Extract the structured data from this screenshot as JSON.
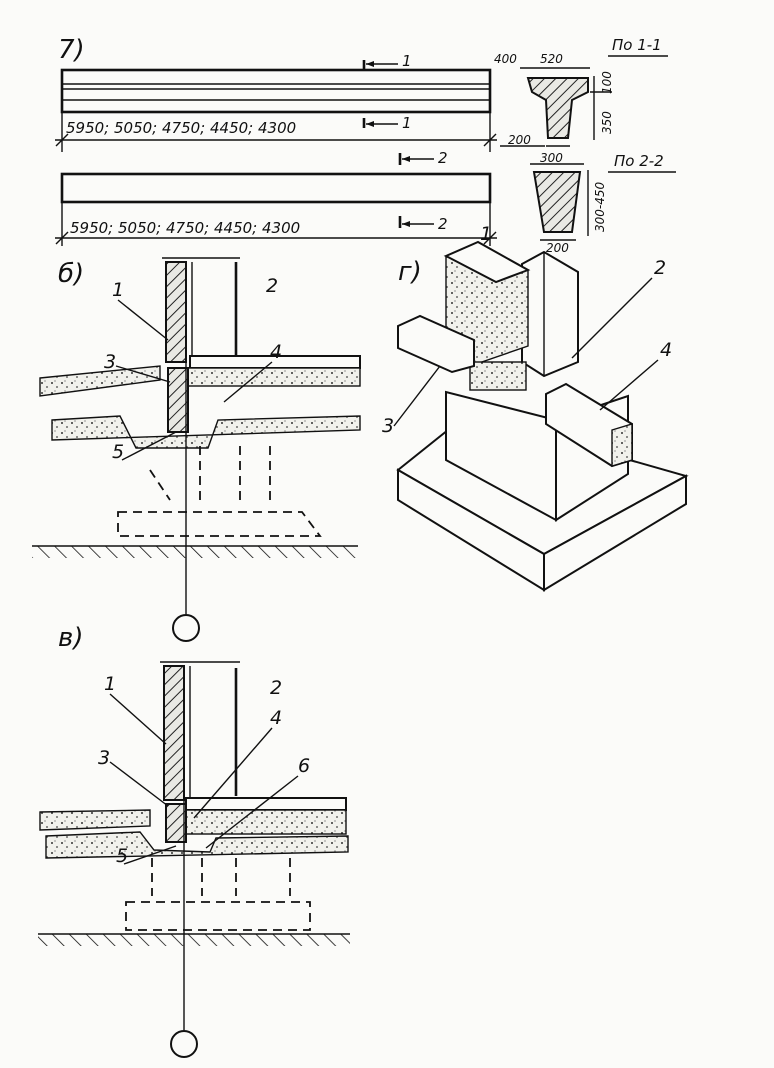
{
  "panels": {
    "a": "7)",
    "b": "б)",
    "c": "в)",
    "d": "г)"
  },
  "top_view": {
    "beam_lengths_1": "5950; 5050; 4750; 4450; 4300",
    "beam_lengths_2": "5950; 5050; 4750; 4450; 4300",
    "section_mark_1": "1",
    "section_mark_2": "2"
  },
  "section_1": {
    "title": "По 1-1",
    "dim_top_left": "400",
    "dim_top_right": "520",
    "dim_bottom": "200",
    "dim_height_top": "100",
    "dim_height": "350"
  },
  "section_2": {
    "title": "По 2-2",
    "dim_top": "300",
    "dim_bottom": "200",
    "dim_height": "300-450"
  },
  "callouts": [
    "1",
    "2",
    "3",
    "4",
    "5",
    "6"
  ]
}
